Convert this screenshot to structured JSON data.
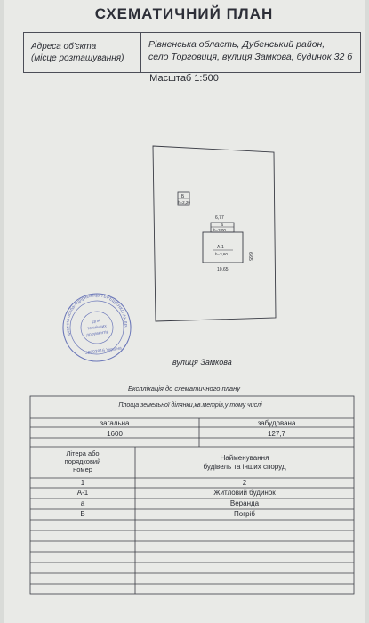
{
  "document": {
    "title": "СХЕМАТИЧНИЙ ПЛАН",
    "address_label_line1": "Адреса об'єкта",
    "address_label_line2": "(місце розташування)",
    "address_value_line1": "Рівненська область, Дубенський район,",
    "address_value_line2": "село Торговиця, вулиця Замкова, будинок 32 б",
    "scale": "Масштаб  1:500"
  },
  "plan": {
    "building_a1_label": "А-1",
    "building_a1_height": "h=3,60",
    "veranda_label": "а",
    "veranda_height": "h=3,00",
    "cellar_label": "Б",
    "cellar_height": "h=2,20",
    "dim_top": "6,77",
    "dim_right": "6,65",
    "dim_bottom": "10,65",
    "street": "вулиця Замкова"
  },
  "stamp": {
    "outer_text": "Фізична особа-підприємець ТЕРЕЩЕНКО АНДРІЙ ПЕТРОВИЧ",
    "inner_line1": "для",
    "inner_line2": "технічних",
    "inner_line3": "документів",
    "bottom_text": "32003816 Україна"
  },
  "explication": {
    "title": "Експлікація до схематичного плану",
    "subtitle": "Площа земельної ділянки,кв.метрів,у тому числі",
    "total_label": "загальна",
    "built_label": "забудована",
    "total_value": "1600",
    "built_value": "127,7",
    "col1_header_line1": "Літера або",
    "col1_header_line2": "порядковий",
    "col1_header_line3": "номер",
    "col2_header_line1": "Найменування",
    "col2_header_line2": "будівель та інших споруд",
    "col1_num": "1",
    "col2_num": "2",
    "rows": [
      {
        "letter": "А-1",
        "name": "Житловий будинок"
      },
      {
        "letter": "а",
        "name": "Веранда"
      },
      {
        "letter": "Б",
        "name": "Погріб"
      }
    ]
  },
  "colors": {
    "ink": "#2a2c33",
    "stamp": "#6a76b8",
    "paper": "#e9eae7"
  }
}
